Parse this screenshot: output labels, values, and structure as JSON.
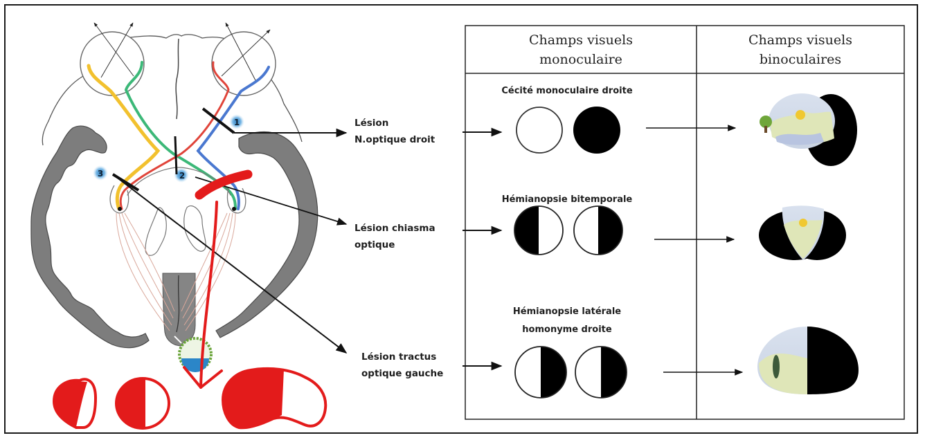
{
  "table": {
    "headers": [
      {
        "line1": "Champs visuels",
        "line2": "monoculaire"
      },
      {
        "line1": "Champs visuels",
        "line2": "binoculaires"
      }
    ],
    "rows": [
      {
        "lesion_label": [
          "Lésion",
          "N.optique droit"
        ],
        "deficit_name": [
          "Cécité monoculaire droite"
        ],
        "left_eye_field": "intact",
        "right_eye_field": "blind",
        "binocular_field": "right-crescent-blind"
      },
      {
        "lesion_label": [
          "Lésion chiasma",
          "optique"
        ],
        "deficit_name": [
          "Hémianopsie bitemporale"
        ],
        "left_eye_field": "left-half-blind",
        "right_eye_field": "right-half-blind",
        "binocular_field": "bitemporal-blind"
      },
      {
        "lesion_label": [
          "Lésion tractus",
          "optique gauche"
        ],
        "deficit_name": [
          "Hémianopsie latérale",
          "homonyme droite"
        ],
        "left_eye_field": "right-half-blind",
        "right_eye_field": "right-half-blind",
        "binocular_field": "right-half-blind"
      }
    ]
  },
  "brain": {
    "lesion_markers": [
      "1",
      "2",
      "3"
    ],
    "pathway_colors": {
      "left_temporal": "#f2c12e",
      "left_nasal": "#3cb878",
      "right_nasal": "#e0443a",
      "right_temporal": "#4a78d0"
    },
    "cortex_color": "#7d7d7d",
    "marker_color": "#5aa9e0"
  },
  "annotation": {
    "color": "#e31b1b",
    "shapes": [
      "t-bar",
      "down-arrow",
      "left-field-mostly-blind",
      "half-blind-field",
      "binocular-blind-left"
    ]
  }
}
